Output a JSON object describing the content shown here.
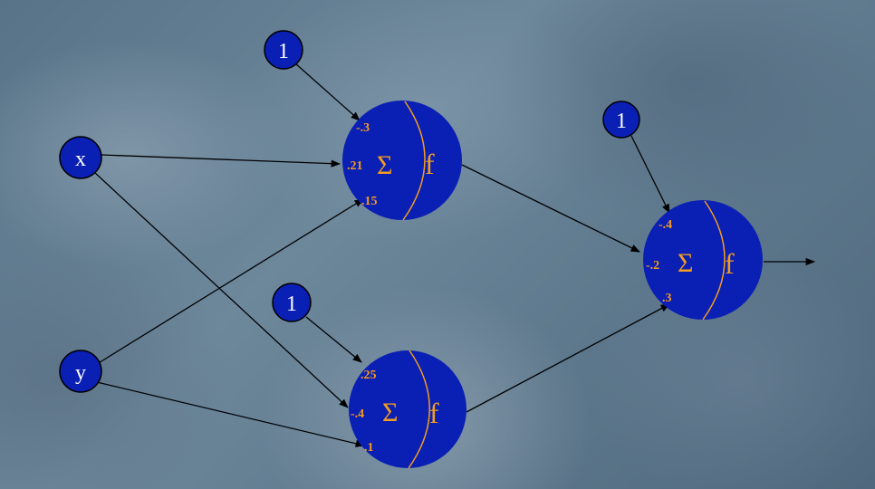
{
  "colors": {
    "node_fill": "#0a1fb4",
    "node_stroke": "#000000",
    "accent": "#f39c1f",
    "edge": "#000000",
    "label": "#ffffff"
  },
  "inputs": {
    "x": "x",
    "y": "y"
  },
  "biases": {
    "top": "1",
    "middle": "1",
    "output": "1"
  },
  "neurons": {
    "top": {
      "sum": "Σ",
      "act": "f",
      "w_bias": "-.3",
      "w_x": ".21",
      "w_y": ".15"
    },
    "bottom": {
      "sum": "Σ",
      "act": "f",
      "w_bias": ".25",
      "w_x": "-.4",
      "w_y": ".1"
    },
    "output": {
      "sum": "Σ",
      "act": "f",
      "w_bias": "-.4",
      "w_top": "-.2",
      "w_bottom": ".3"
    }
  }
}
